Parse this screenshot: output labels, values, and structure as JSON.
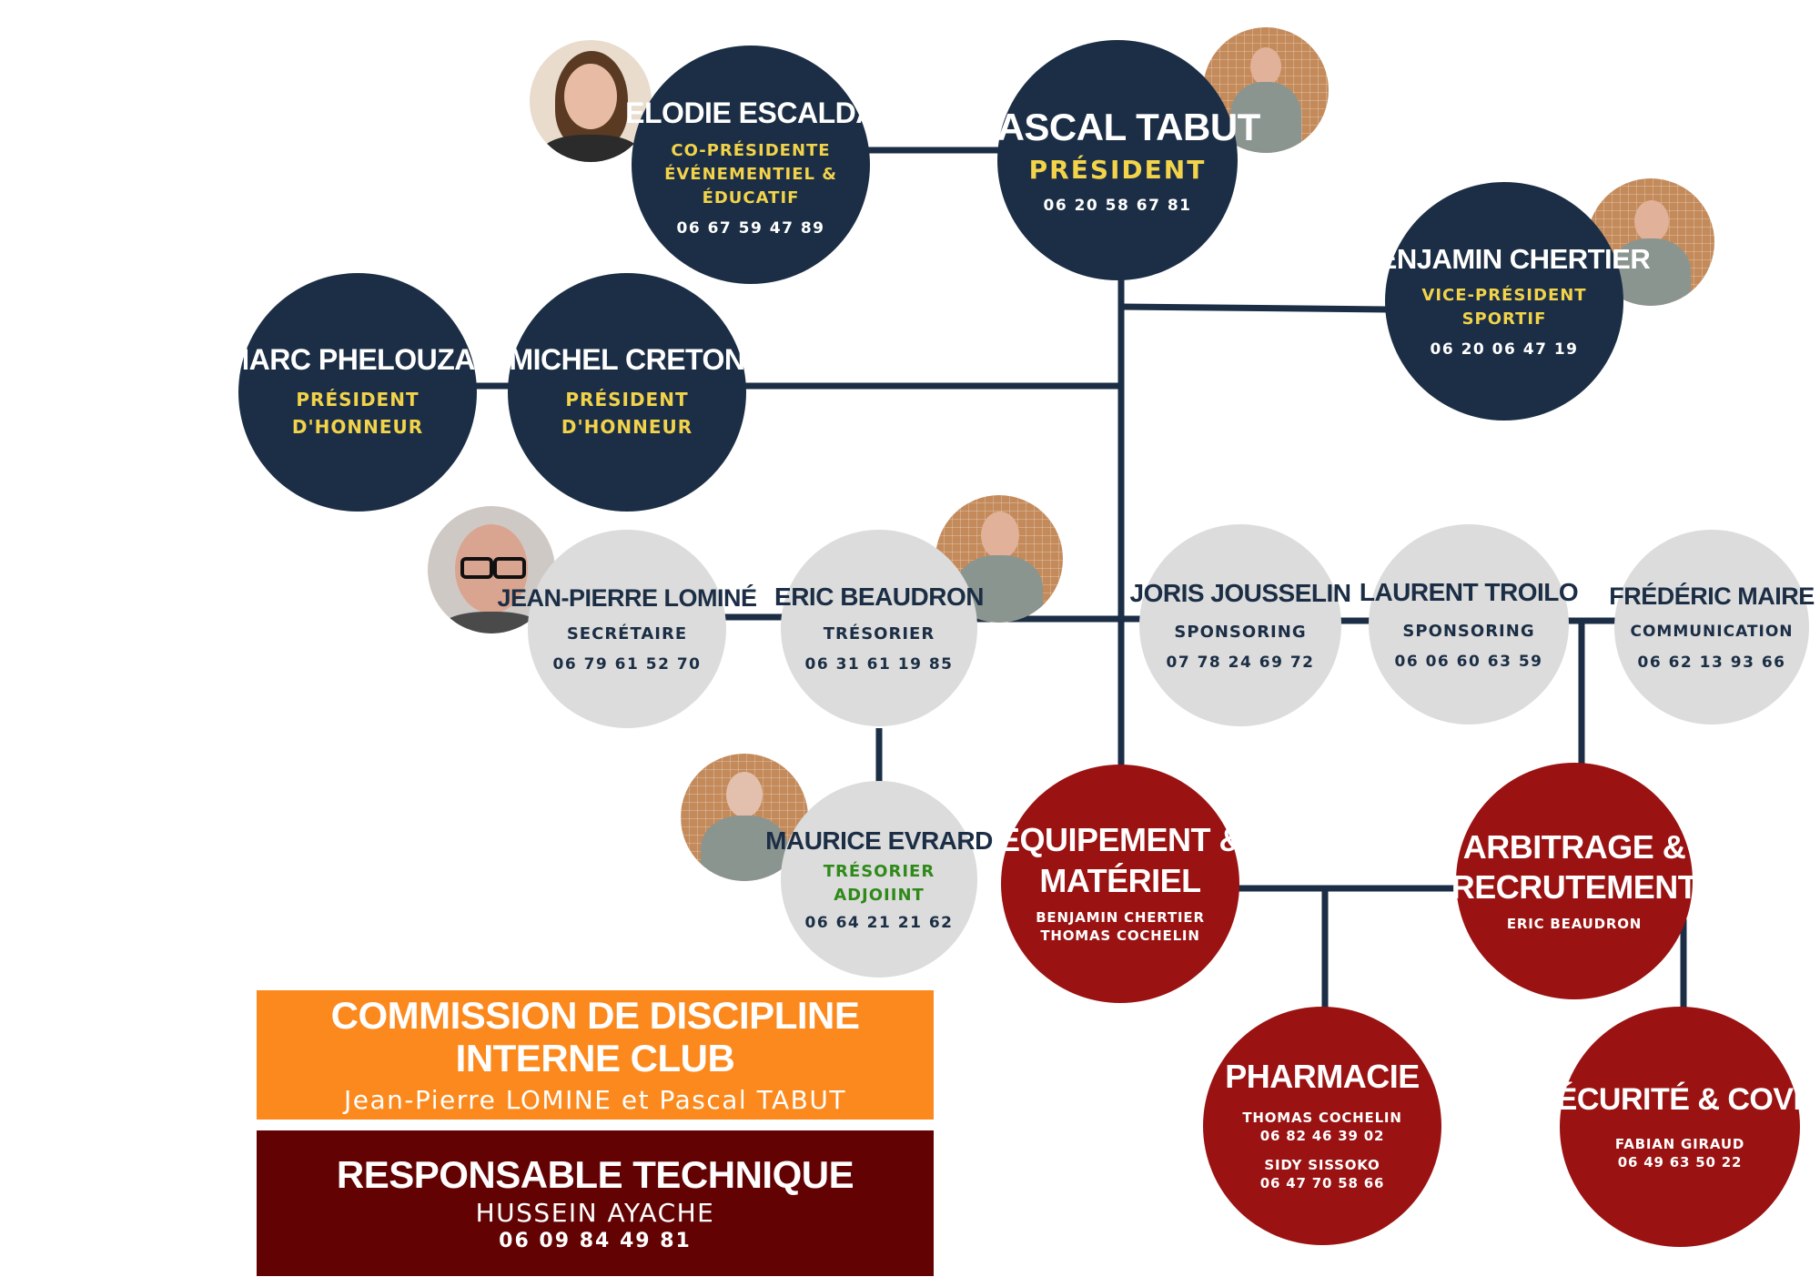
{
  "colors": {
    "navy": "#1b2e45",
    "grey": "#dcdcdc",
    "red": "#9a1212",
    "accent_yellow": "#f2d34a",
    "green": "#2f8a1a",
    "orange": "#fc891d",
    "maroon": "#630202"
  },
  "members": {
    "pascal": {
      "name": "PASCAL TABUT",
      "role": "PRÉSIDENT",
      "phone": "06 20 58 67 81"
    },
    "elodie": {
      "name": "ELODIE ESCALDA",
      "role": "CO-PRÉSIDENTE\nÉVÉNEMENTIEL &\nÉDUCATIF",
      "phone": "06 67 59 47 89"
    },
    "benjamin": {
      "name": "BENJAMIN CHERTIER",
      "role": "VICE-PRÉSIDENT\nSPORTIF",
      "phone": "06 20 06 47 19"
    },
    "marc": {
      "name": "MARC PHELOUZAT",
      "role": "PRÉSIDENT\nD'HONNEUR"
    },
    "michel": {
      "name": "MICHEL CRETON",
      "role": "PRÉSIDENT\nD'HONNEUR"
    },
    "jeanpierre": {
      "name": "JEAN-PIERRE LOMINÉ",
      "role": "SECRÉTAIRE",
      "phone": "06 79 61 52 70"
    },
    "eric": {
      "name": "ERIC BEAUDRON",
      "role": "TRÉSORIER",
      "phone": "06 31 61 19 85"
    },
    "joris": {
      "name": "JORIS JOUSSELIN",
      "role": "SPONSORING",
      "phone": "07 78 24 69 72"
    },
    "laurent": {
      "name": "LAURENT TROILO",
      "role": "SPONSORING",
      "phone": "06 06 60 63 59"
    },
    "frederic": {
      "name": "FRÉDÉRIC MAIRE",
      "role": "COMMUNICATION",
      "phone": "06 62 13 93  66"
    },
    "maurice": {
      "name": "MAURICE EVRARD",
      "role": "TRÉSORIER\nADJOIINT",
      "phone": "06 64 21 21 62"
    }
  },
  "commissions": {
    "equipement": {
      "title_1": "EQUIPEMENT &",
      "title_2": "MATÉRIEL",
      "member_1": "BENJAMIN CHERTIER",
      "member_2": "THOMAS COCHELIN"
    },
    "arbitrage": {
      "title_1": "ARBITRAGE &",
      "title_2": "RECRUTEMENT",
      "member_1": "ERIC BEAUDRON"
    },
    "pharmacie": {
      "title": "PHARMACIE",
      "member_1": "THOMAS COCHELIN",
      "phone_1": "06 82 46 39 02",
      "member_2": "SIDY SISSOKO",
      "phone_2": "06 47 70 58 66"
    },
    "securite": {
      "title": "SÉCURITÉ & COVID",
      "member_1": "FABIAN GIRAUD",
      "phone_1": "06 49 63 50 22"
    }
  },
  "discipline_box": {
    "title": "COMMISSION DE DISCIPLINE INTERNE CLUB",
    "members": "Jean-Pierre LOMINE et Pascal TABUT"
  },
  "technique_box": {
    "title": "RESPONSABLE TECHNIQUE",
    "name": "HUSSEIN AYACHE",
    "phone": "06 09 84 49 81"
  }
}
